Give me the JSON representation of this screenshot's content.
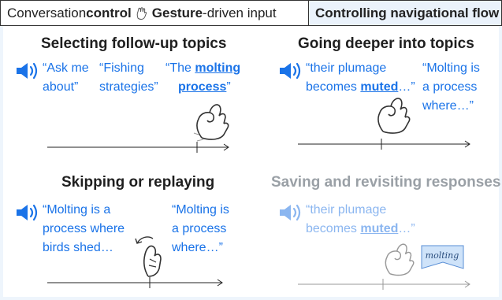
{
  "header": {
    "left_part1": "Conversation ",
    "left_bold1": "control",
    "left_bold2": "Gesture",
    "left_part2": "-driven input",
    "right": "Controlling navigational flow"
  },
  "panels": {
    "followup": {
      "title": "Selecting follow-up topics",
      "q1_l1": "“Ask me",
      "q1_l2": "about”",
      "q2_l1": "“Fishing",
      "q2_l2": "strategies”",
      "q3_pre": "“The ",
      "q3_bold1": "molting",
      "q3_bold2": "process",
      "q3_post": "”"
    },
    "deeper": {
      "title": "Going deeper into topics",
      "q1_l1": "“their plumage",
      "q1_pre": "becomes ",
      "q1_bold": "muted",
      "q1_post": "…”",
      "q2_l1": "“Molting is",
      "q2_l2": "a process",
      "q2_l3": "where…”"
    },
    "skip": {
      "title": "Skipping or replaying",
      "q1_l1": "“Molting is a",
      "q1_l2": "process where",
      "q1_l3": "birds shed…",
      "q2_l1": "“Molting is",
      "q2_l2": "a process",
      "q2_l3": "where…”"
    },
    "save": {
      "title": "Saving and revisiting responses",
      "q1_l1": "“their plumage",
      "q1_pre": "becomes ",
      "q1_bold": "muted",
      "q1_post": "…”",
      "tag": "molting"
    }
  },
  "colors": {
    "accent": "#1a73e8",
    "faded": "#8bb6f0",
    "panel_bg": "#eef5fc"
  }
}
